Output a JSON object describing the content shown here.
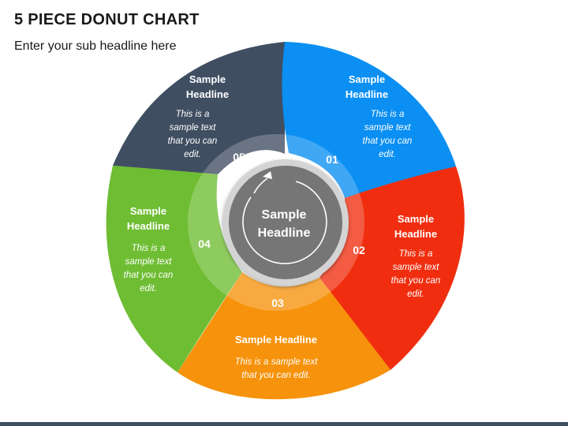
{
  "slide": {
    "title": "5 PIECE DONUT CHART",
    "subtitle": "Enter your sub headline here"
  },
  "center": {
    "line1": "Sample",
    "line2": "Headline"
  },
  "segments": [
    {
      "number": "01",
      "color": "#0b8ff2",
      "headline": [
        "Sample",
        "Headline"
      ],
      "text": [
        "This is a",
        "sample text",
        "that you can",
        "edit."
      ]
    },
    {
      "number": "02",
      "color": "#f02e0f",
      "headline": [
        "Sample",
        "Headline"
      ],
      "text": [
        "This is a",
        "sample text",
        "that you can",
        "edit."
      ]
    },
    {
      "number": "03",
      "color": "#f6920b",
      "headline": [
        "Sample Headline"
      ],
      "text": [
        "This is a sample text",
        "that you can edit."
      ]
    },
    {
      "number": "04",
      "color": "#6fbd33",
      "headline": [
        "Sample",
        "Headline"
      ],
      "text": [
        "This is a",
        "sample text",
        "that you can",
        "edit."
      ]
    },
    {
      "number": "05",
      "color": "#404e62",
      "headline": [
        "Sample",
        "Headline"
      ],
      "text": [
        "This is a",
        "sample text",
        "that you can",
        "edit."
      ]
    }
  ],
  "colors": {
    "center_fill": "#767676",
    "center_ring": "#d4d4d4",
    "bottom_bar": "#404e62"
  }
}
